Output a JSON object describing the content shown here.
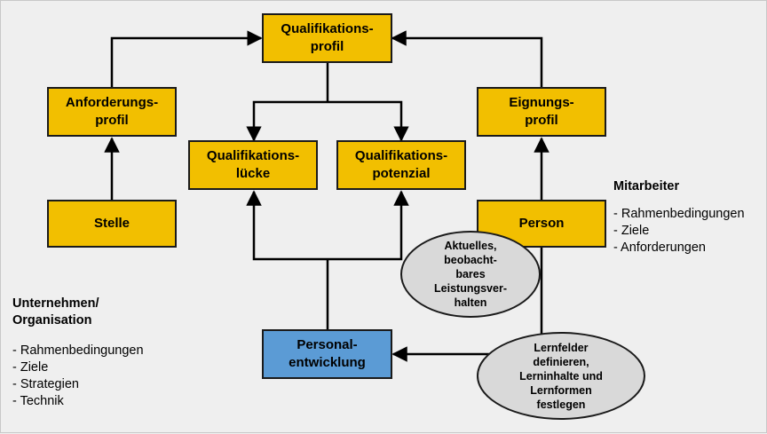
{
  "boxes": {
    "qualifikationsprofil": "Qualifikations-\nprofil",
    "anforderungsprofil": "Anforderungs-\nprofil",
    "eignungsprofil": "Eignungs-\nprofil",
    "qualifikationsluecke": "Qualifikations-\nlücke",
    "qualifikationspotenzial": "Qualifikations-\npotenzial",
    "stelle": "Stelle",
    "person": "Person",
    "personalentwicklung": "Personal-\nentwicklung"
  },
  "ellipses": {
    "leistungsverhalten": "Aktuelles,\nbeobacht-\nbares\nLeistungsver-\nhalten",
    "lernfelder": "Lernfelder\ndefinieren,\nLerninhalte und\nLernformen\nfestlegen"
  },
  "mitarbeiter": {
    "title": "Mitarbeiter",
    "items": [
      "- Rahmenbedingungen",
      "- Ziele",
      "- Anforderungen"
    ]
  },
  "unternehmen": {
    "title": "Unternehmen/\nOrganisation",
    "items": [
      "- Rahmenbedingungen",
      "- Ziele",
      "- Strategien",
      "- Technik"
    ]
  },
  "colors": {
    "box_yellow": "#f2bf00",
    "box_blue": "#5b9bd5",
    "ellipse_gray": "#d9d9d9",
    "background": "#efefef"
  }
}
